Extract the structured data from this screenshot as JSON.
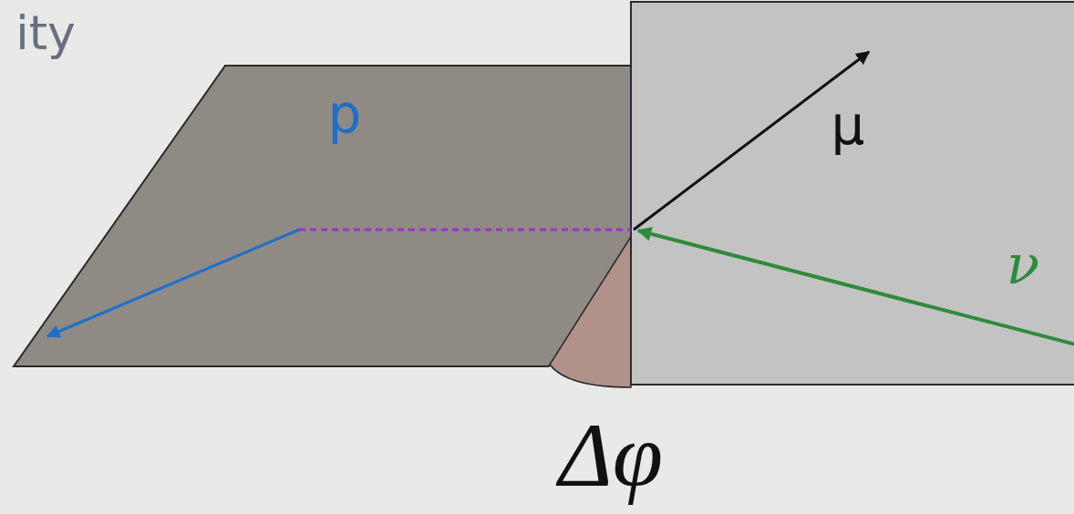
{
  "diagram": {
    "labels": [
      "ity",
      "p",
      "μ",
      "ν",
      "Δφ"
    ]
  }
}
